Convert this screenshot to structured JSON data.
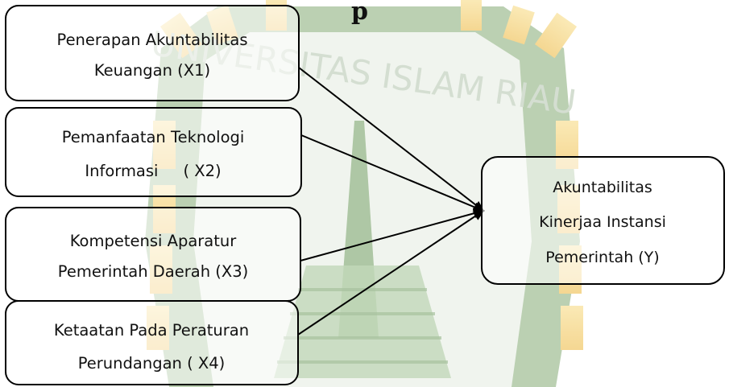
{
  "watermark": {
    "text": "UNIVERSITAS ISLAM RIAU"
  },
  "title": "p",
  "independent": [
    {
      "id": "x1",
      "line1": "Penerapan Akuntabilitas",
      "line2": "Keuangan (X1)"
    },
    {
      "id": "x2",
      "line1": "Pemanfaatan Teknologi",
      "line2": "Informasi     ( X2)"
    },
    {
      "id": "x3",
      "line1": "Kompetensi Aparatur",
      "line2": "Pemerintah Daerah (X3)"
    },
    {
      "id": "x4",
      "line1": "Ketaatan Pada Peraturan",
      "line2": "Perundangan ( X4)"
    }
  ],
  "dependent": {
    "line1": "Akuntabilitas",
    "line2": "Kinerjaa Instansi",
    "line3": "Pemerintah (Y)"
  },
  "colors": {
    "watermark_green": "#6f9a5f",
    "watermark_yellow": "#f2c65a",
    "line": "#000000"
  }
}
